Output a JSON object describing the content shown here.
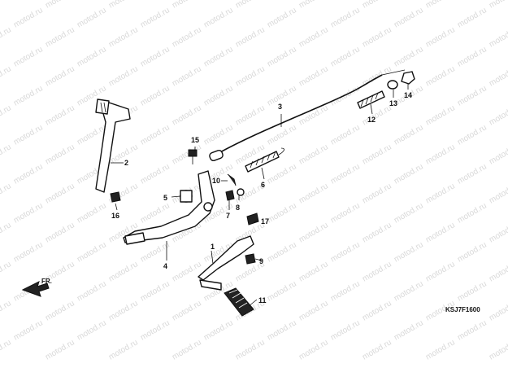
{
  "watermark": "motod.ru",
  "diagram_code": "KSJ7F1600",
  "direction_label": "FR.",
  "callouts": {
    "c1": "1",
    "c2": "2",
    "c3": "3",
    "c4": "4",
    "c5": "5",
    "c6": "6",
    "c7": "7",
    "c8": "8",
    "c9": "9",
    "c10": "10",
    "c11": "11",
    "c12": "12",
    "c13": "13",
    "c14": "14",
    "c15": "15",
    "c16": "16",
    "c17": "17"
  }
}
